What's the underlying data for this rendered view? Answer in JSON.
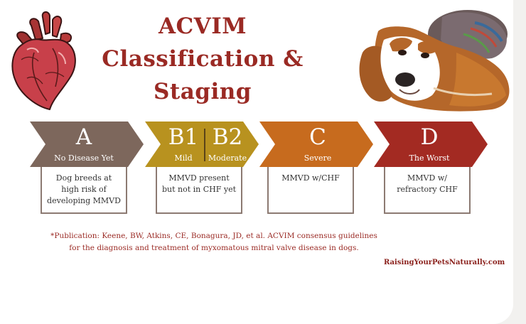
{
  "title": {
    "line1": "ACVIM",
    "line2": "Classification &",
    "line3": "Staging"
  },
  "icons": {
    "heart": "anatomical-heart-illustration",
    "dog": "cavalier-king-charles-spaniel-photo"
  },
  "colors": {
    "stage_a": "#7d675c",
    "stage_b": "#b8921f",
    "stage_c": "#c76b1e",
    "stage_d": "#a32a22",
    "title": "#9a2a24"
  },
  "stages": {
    "a": {
      "letter": "A",
      "label": "No Disease Yet",
      "description": "Dog breeds at high risk of developing MMVD"
    },
    "b": {
      "b1_letter": "B1",
      "b1_label": "Mild",
      "b2_letter": "B2",
      "b2_label": "Moderate",
      "description": "MMVD present but not in CHF yet"
    },
    "c": {
      "letter": "C",
      "label": "Severe",
      "description": "MMVD w/CHF"
    },
    "d": {
      "letter": "D",
      "label": "The Worst",
      "description": "MMVD w/ refractory CHF"
    }
  },
  "footnote": "*Publication: Keene, BW, Atkins, CE, Bonagura, JD, et al. ACVIM consensus guidelines for the diagnosis and treatment of myxomatous mitral valve disease in dogs.",
  "site": "RaisingYourPetsNaturally.com"
}
